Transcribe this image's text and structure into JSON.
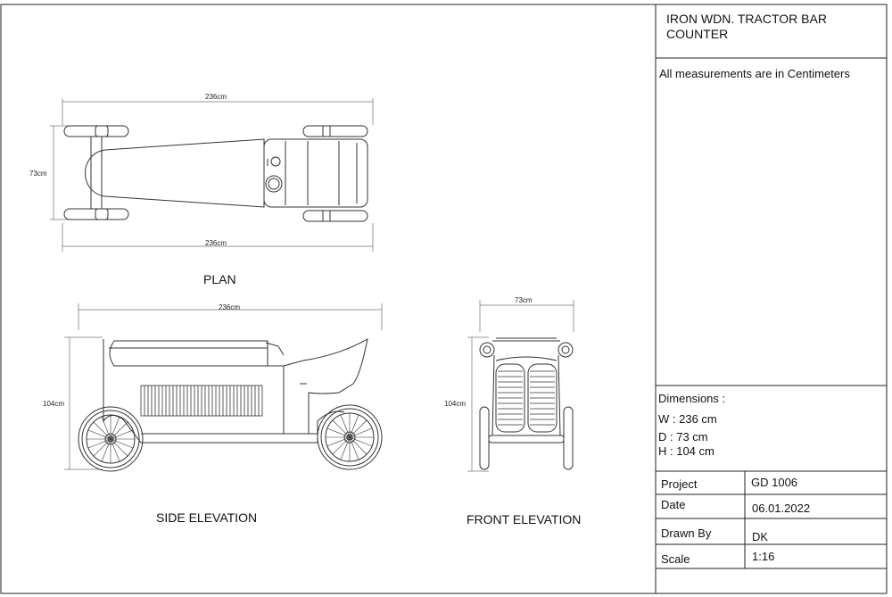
{
  "drawing": {
    "views": {
      "plan": "PLAN",
      "side": "SIDE ELEVATION",
      "front": "FRONT ELEVATION"
    },
    "dimensions_labels": {
      "plan_top": "236cm",
      "plan_bottom": "236cm",
      "plan_left": "73cm",
      "side_top": "236cm",
      "side_left": "104cm",
      "front_top": "73cm",
      "front_left": "104cm"
    }
  },
  "title_block": {
    "title": "IRON WDN. TRACTOR BAR COUNTER",
    "note": "All measurements are in Centimeters",
    "dimensions_heading": "Dimensions  :",
    "width": "W : 236 cm",
    "depth": "D : 73 cm",
    "height": "H : 104 cm",
    "rows": [
      {
        "label": "Project",
        "value": "GD 1006"
      },
      {
        "label": "Date",
        "value": "06.01.2022"
      },
      {
        "label": "Drawn By",
        "value": "DK"
      },
      {
        "label": "Scale",
        "value": "1:16"
      }
    ]
  }
}
